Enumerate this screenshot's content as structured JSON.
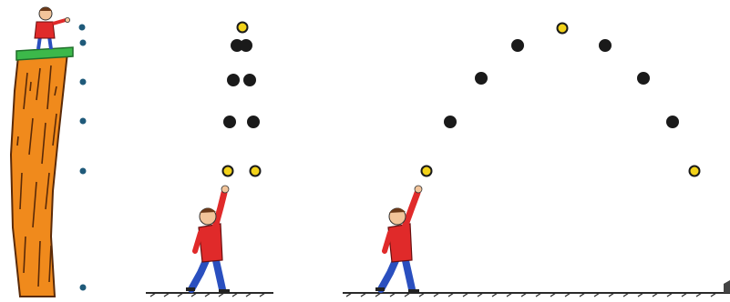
{
  "panels": [
    {
      "id": "drop-from-cliff",
      "description_visible_text": "",
      "ball_count": 6,
      "motion": "free-fall"
    },
    {
      "id": "vertical-throw",
      "description_visible_text": "",
      "ball_count": 9,
      "motion": "vertical-up-and-down"
    },
    {
      "id": "projectile-throw",
      "description_visible_text": "",
      "ball_count": 9,
      "motion": "parabolic"
    }
  ],
  "colors": {
    "cliff_rock": "#f08a1c",
    "cliff_shadow": "#8a3a10",
    "grass": "#3cb84a",
    "shirt": "#e02a2a",
    "pants": "#2a4fbf",
    "skin": "#f2c49a",
    "ball_fill": "#f2d21a",
    "ball_dark": "#222222",
    "ground": "#2a2a2a",
    "hair": "#6b3a1a"
  }
}
